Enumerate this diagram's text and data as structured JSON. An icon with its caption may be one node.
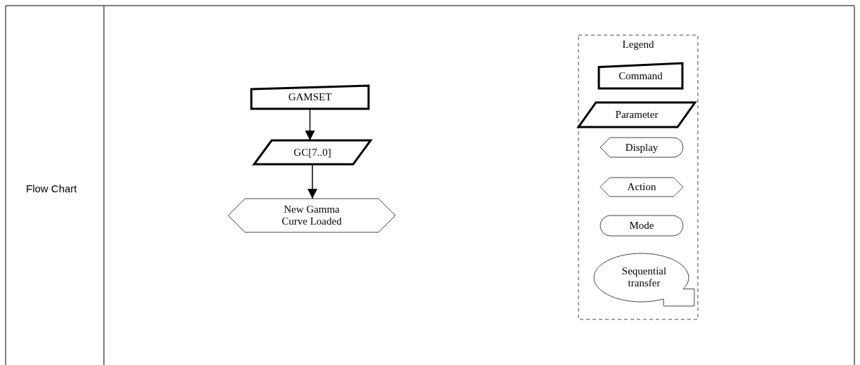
{
  "diagram": {
    "nodes": [
      {
        "text": [
          "GAMSET"
        ]
      },
      {
        "text": [
          "GC[7..0]"
        ]
      },
      {
        "text": [
          "New Gamma Curve Loaded"
        ]
      },
      {
        "text": [
          "Legend"
        ]
      },
      {
        "text": [
          "Command"
        ],
        "in": 3
      },
      {
        "text": [
          "Parameter"
        ],
        "in": 3
      },
      {
        "text": [
          "Display"
        ],
        "in": 3
      },
      {
        "text": [
          "Action"
        ],
        "in": 3
      },
      {
        "text": [
          "Mode"
        ],
        "in": 3
      },
      {
        "text": [
          "Sequential transfer"
        ],
        "in": 3
      }
    ],
    "edges": [
      {
        "from": 0,
        "to": 1,
        "arrow": "to"
      },
      {
        "from": 1,
        "to": 2,
        "arrow": "to"
      }
    ],
    "labels": [
      "Flow Chart"
    ]
  }
}
